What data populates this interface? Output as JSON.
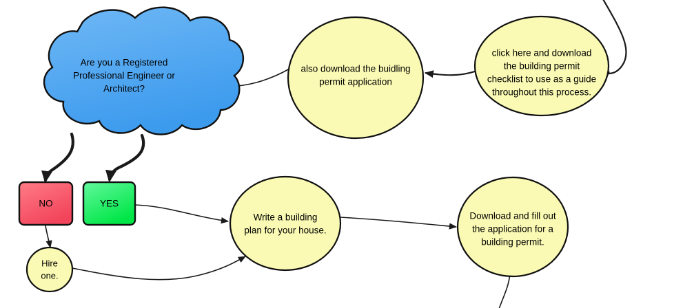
{
  "diagram": {
    "title": "Building Permit Process Flowchart",
    "background_color": "#ffffff",
    "palette": {
      "cloud_fill_light": "#6FB8F5",
      "cloud_fill_dark": "#3D9BEE",
      "ellipse_fill": "#FAFAB4",
      "no_fill_light": "#FF7A84",
      "no_fill_dark": "#F44A5E",
      "yes_fill_light": "#5CF79A",
      "yes_fill_dark": "#00E84B",
      "stroke": "#111111",
      "edge_color": "#1a1a1a",
      "text_color": "#000000"
    }
  },
  "nodes": {
    "cloud_question": {
      "shape": "cloud",
      "line1": "Are you a Registered",
      "line2": "Professional Engineer or",
      "line3": "Architect?"
    },
    "permit_application": {
      "shape": "ellipse",
      "line1": "also download the buidling",
      "line2": "permit application"
    },
    "checklist": {
      "shape": "ellipse",
      "line1": "click here and download",
      "line2": "the building permit",
      "line3": "checklist to use as a guide",
      "line4": "throughout this process."
    },
    "no_box": {
      "shape": "rounded-rect",
      "label": "NO"
    },
    "yes_box": {
      "shape": "rounded-rect",
      "label": "YES"
    },
    "hire_one": {
      "shape": "ellipse",
      "line1": "Hire",
      "line2": "one."
    },
    "building_plan": {
      "shape": "ellipse",
      "line1": "Write a building",
      "line2": "plan for your house."
    },
    "download_application": {
      "shape": "ellipse",
      "line1": "Download and fill out",
      "line2": "the application for a",
      "line3": "building permit."
    }
  },
  "edges": [
    {
      "name": "offscreen-to-checklist",
      "from": "offscreen-top-right",
      "to": "checklist",
      "arrow": true
    },
    {
      "name": "checklist-to-permit-application",
      "from": "checklist",
      "to": "permit_application",
      "arrow": true
    },
    {
      "name": "permit-application-to-cloud",
      "from": "permit_application",
      "to": "cloud_question",
      "arrow": true
    },
    {
      "name": "cloud-to-no",
      "from": "cloud_question",
      "to": "no_box",
      "arrow": true
    },
    {
      "name": "cloud-to-yes",
      "from": "cloud_question",
      "to": "yes_box",
      "arrow": true
    },
    {
      "name": "no-to-hire-one",
      "from": "no_box",
      "to": "hire_one",
      "arrow": true
    },
    {
      "name": "yes-to-building-plan",
      "from": "yes_box",
      "to": "building_plan",
      "arrow": true
    },
    {
      "name": "hire-one-to-building-plan",
      "from": "hire_one",
      "to": "building_plan",
      "arrow": true
    },
    {
      "name": "building-plan-to-download-application",
      "from": "building_plan",
      "to": "download_application",
      "arrow": true
    },
    {
      "name": "download-application-to-offscreen",
      "from": "download_application",
      "to": "offscreen-bottom",
      "arrow": false
    }
  ]
}
